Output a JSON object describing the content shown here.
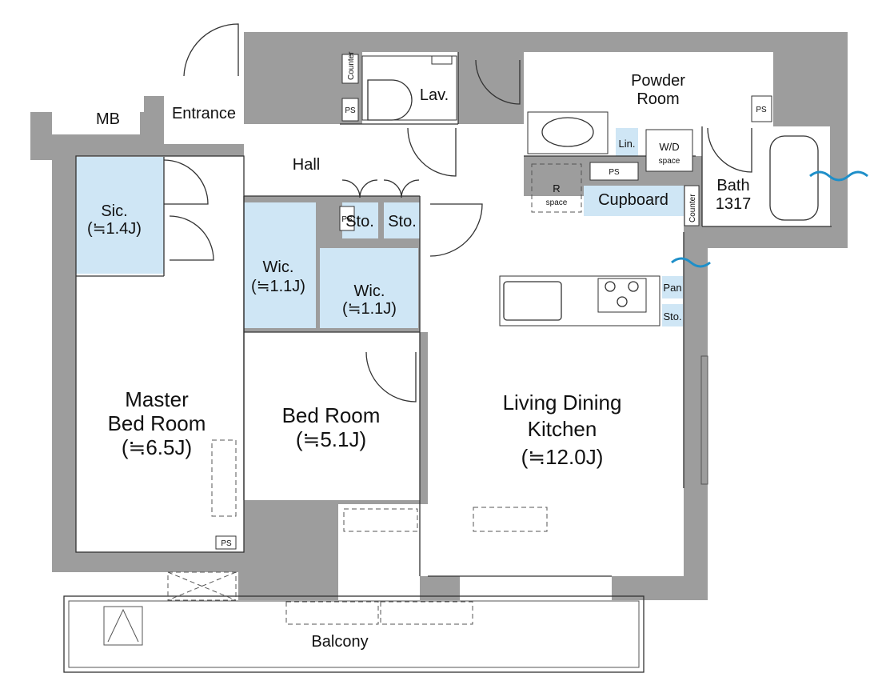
{
  "rooms": {
    "master": {
      "name_line1": "Master",
      "name_line2": "Bed Room",
      "size": "(≒6.5J)"
    },
    "bed": {
      "name": "Bed Room",
      "size": "(≒5.1J)"
    },
    "ldk": {
      "name_line1": "Living Dining",
      "name_line2": "Kitchen",
      "size": "(≒12.0J)"
    },
    "hall": "Hall",
    "entrance": "Entrance",
    "mb": "MB",
    "lav": "Lav.",
    "powder": {
      "line1": "Powder",
      "line2": "Room"
    },
    "bath": {
      "line1": "Bath",
      "line2": "1317"
    },
    "balcony": "Balcony",
    "sic": {
      "name": "Sic.",
      "size": "(≒1.4J)"
    },
    "wic1": {
      "name": "Wic.",
      "size": "(≒1.1J)"
    },
    "wic2": {
      "name": "Wic.",
      "size": "(≒1.1J)"
    },
    "sto1": "Sto.",
    "sto2": "Sto.",
    "sto3": "Sto.",
    "cupboard": "Cupboard",
    "pan": "Pan",
    "lin": "Lin.",
    "wd": {
      "line1": "W/D",
      "line2": "space"
    },
    "r": {
      "line1": "R",
      "line2": "space"
    },
    "ps": "PS",
    "counter": "Counter"
  },
  "colors": {
    "wall": "#9d9d9d",
    "storage": "#cfe6f5",
    "water": "#1e8fc9"
  }
}
